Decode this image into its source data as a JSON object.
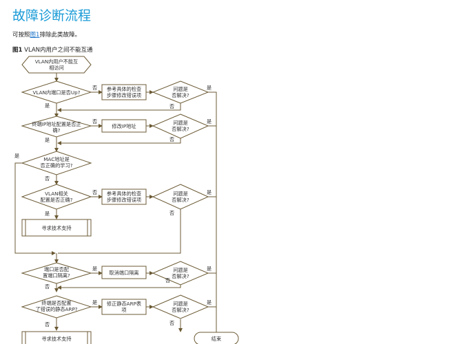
{
  "page": {
    "title": "故障诊断流程",
    "intro_prefix": "可按照",
    "intro_link": "图1",
    "intro_suffix": "排除此类故障。",
    "figure_label": "图1",
    "figure_caption": " VLAN内用户之间不能互通"
  },
  "flow": {
    "start_l1": "VLAN内用户不能互",
    "start_l2": "相访问",
    "d1": "VLAN内端口是否Up?",
    "p1_l1": "参考具体的检查",
    "p1_l2": "步骤修改错误项",
    "q1_l1": "问题是",
    "q1_l2": "否解决?",
    "d2_l1": "终端IP地址配置是否正",
    "d2_l2": "确?",
    "p2": "修改IP地址",
    "q2_l1": "问题是",
    "q2_l2": "否解决?",
    "d3_l1": "MAC地址是",
    "d3_l2": "否正确的学习?",
    "d4_l1": "VLAN相关",
    "d4_l2": "配置是否正确?",
    "p4_l1": "参考具体的检查",
    "p4_l2": "步骤修改错误项",
    "q4_l1": "问题是",
    "q4_l2": "否解决?",
    "support1": "寻求技术支持",
    "d5_l1": "端口是否配",
    "d5_l2": "置端口隔离?",
    "p5": "取消端口隔离",
    "q5_l1": "问题是",
    "q5_l2": "否解决?",
    "d6_l1": "终端是否配置",
    "d6_l2": "了错误的静态ARP?",
    "p6_l1": "修正静态ARP表",
    "p6_l2": "项",
    "q6_l1": "问题是",
    "q6_l2": "否解决?",
    "support2": "寻求技术支持",
    "end": "结束",
    "yes": "是",
    "no": "否"
  }
}
